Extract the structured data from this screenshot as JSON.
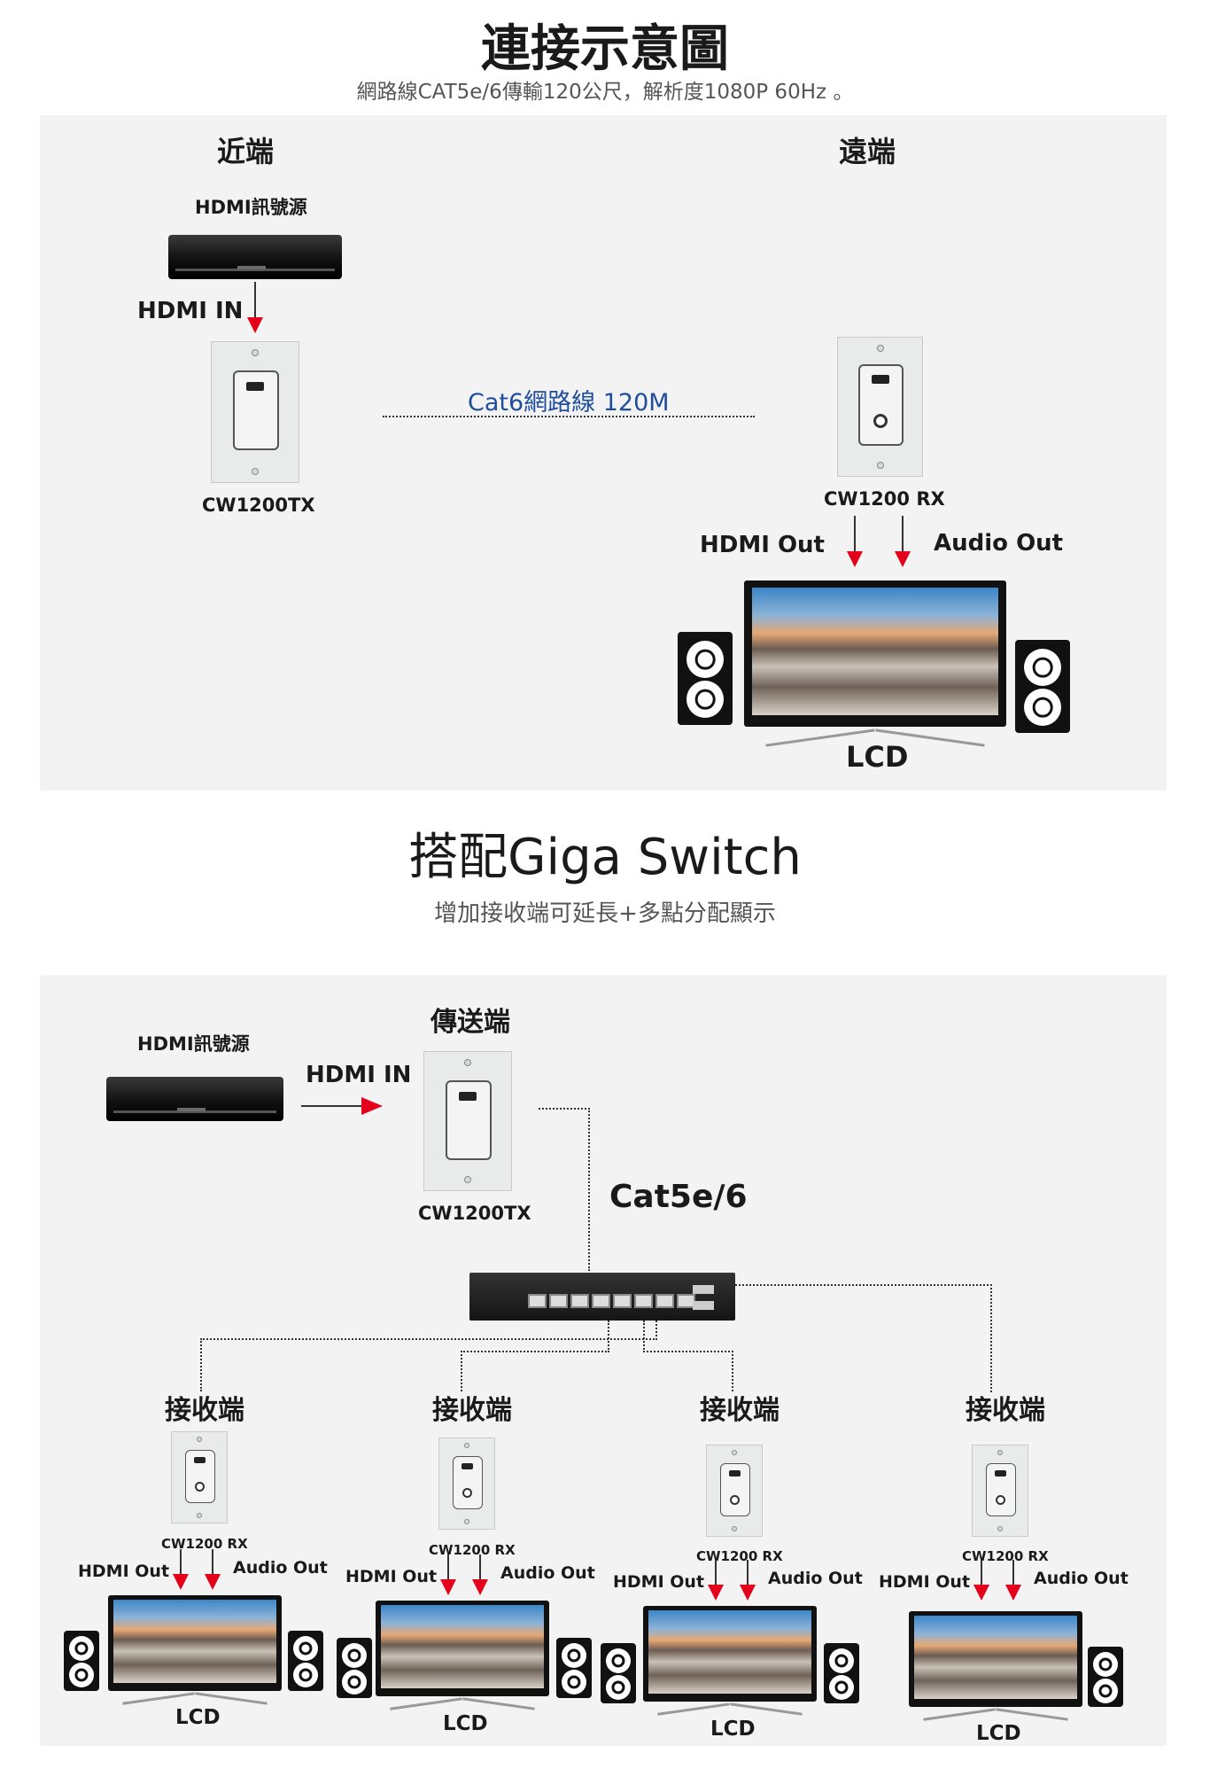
{
  "header": {
    "title": "連接示意圖",
    "subtitle": "網路線CAT5e/6傳輸120公尺，解析度1080P 60Hz 。"
  },
  "diagram1": {
    "near_label": "近端",
    "far_label": "遠端",
    "source_label": "HDMI訊號源",
    "hdmi_in_label": "HDMI IN",
    "tx_label": "CW1200TX",
    "cable_label": "Cat6網路線 120M",
    "rx_label": "CW1200 RX",
    "hdmi_out_label": "HDMI Out",
    "audio_out_label": "Audio Out",
    "lcd_label": "LCD",
    "cable_color": "#1f4e9c"
  },
  "section2": {
    "title": "搭配Giga Switch",
    "subtitle": "增加接收端可延長+多點分配顯示"
  },
  "diagram2": {
    "sender_label": "傳送端",
    "source_label": "HDMI訊號源",
    "hdmi_in_label": "HDMI IN",
    "tx_label": "CW1200TX",
    "cable_label": "Cat5e/6",
    "receivers": [
      {
        "title": "接收端",
        "rx_label": "CW1200 RX",
        "hdmi_out": "HDMI Out",
        "audio_out": "Audio Out",
        "lcd": "LCD"
      },
      {
        "title": "接收端",
        "rx_label": "CW1200 RX",
        "hdmi_out": "HDMI Out",
        "audio_out": "Audio Out",
        "lcd": "LCD"
      },
      {
        "title": "接收端",
        "rx_label": "CW1200 RX",
        "hdmi_out": "HDMI Out",
        "audio_out": "Audio Out",
        "lcd": "LCD"
      },
      {
        "title": "接收端",
        "rx_label": "CW1200 RX",
        "hdmi_out": "HDMI Out",
        "audio_out": "Audio Out",
        "lcd": "LCD"
      }
    ]
  },
  "colors": {
    "arrow": "#e4001b",
    "panel": "#f3f3f3"
  },
  "icons": [
    "player-icon",
    "wallplate-icon",
    "tv-icon",
    "speaker-icon",
    "switch-icon"
  ]
}
